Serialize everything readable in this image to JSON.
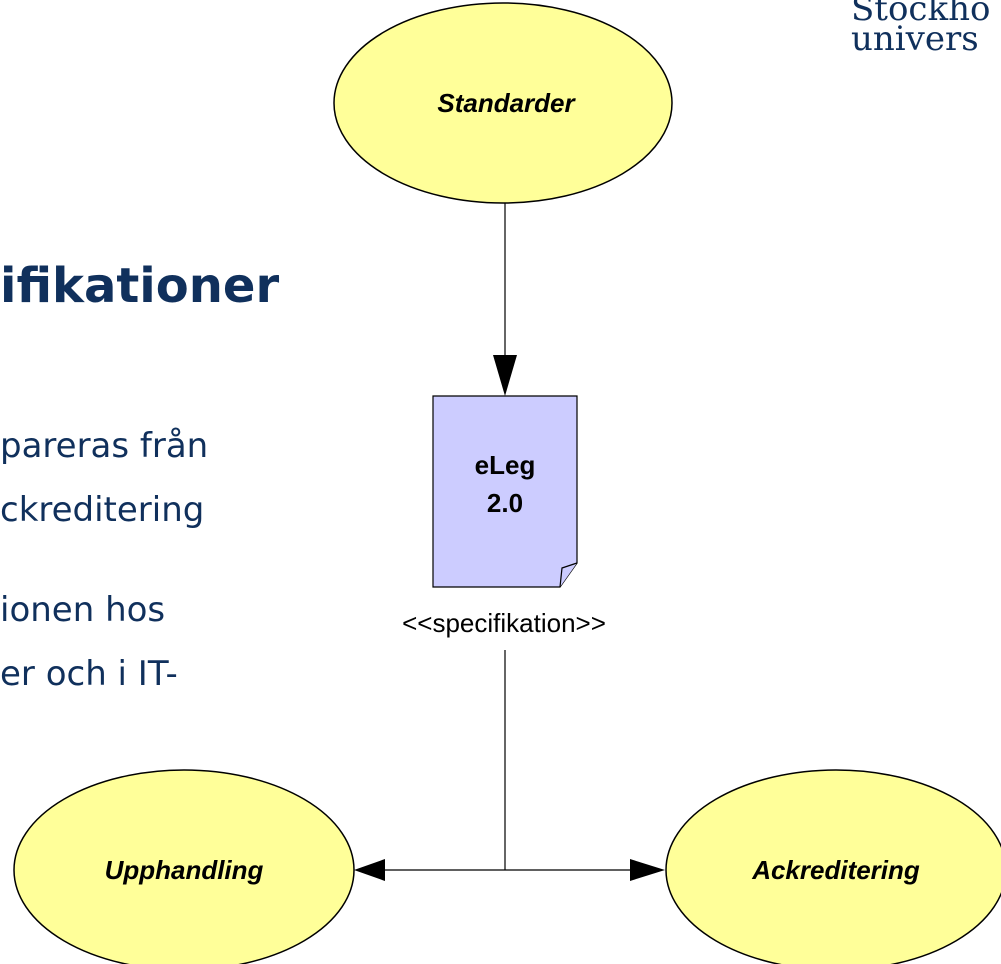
{
  "logo": {
    "line1": "Stockho",
    "line2": "univers"
  },
  "slide": {
    "heading": "ifikationer",
    "lines": [
      "pareras från",
      "ckreditering",
      "ionen hos",
      "er och i IT-"
    ]
  },
  "diagram": {
    "nodes": {
      "standarder": "Standarder",
      "upphandling": "Upphandling",
      "ackreditering": "Ackreditering"
    },
    "document": {
      "line1": "eLeg",
      "line2": "2.0"
    },
    "stereotype": "<<specifikation>>"
  },
  "colors": {
    "ellipse_fill": "#ffff99",
    "document_fill": "#ccccff",
    "text_blue": "#10305c"
  }
}
